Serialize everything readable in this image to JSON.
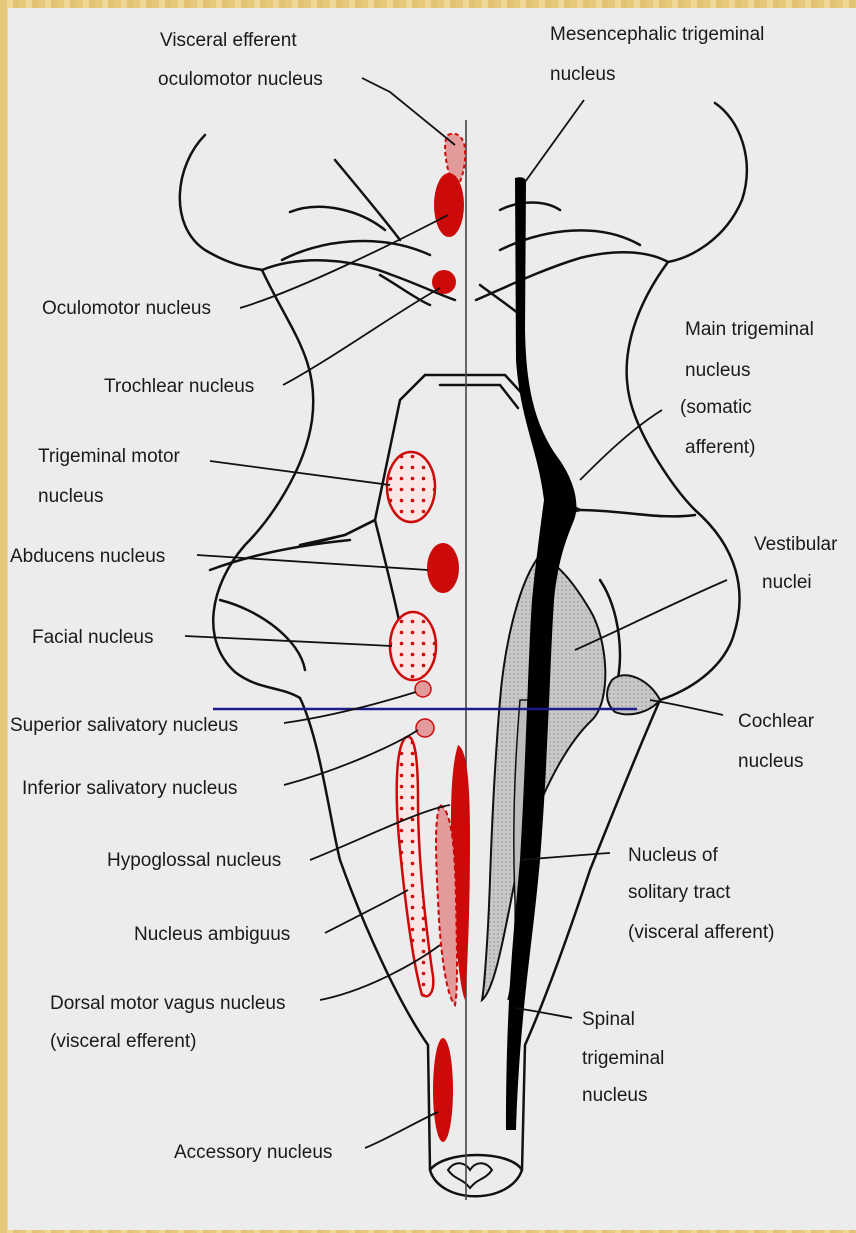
{
  "labels": {
    "visceral_efferent_oculomotor": [
      "Visceral efferent",
      "oculomotor nucleus"
    ],
    "mesencephalic_trigeminal": [
      "Mesencephalic trigeminal",
      "nucleus"
    ],
    "oculomotor": [
      "Oculomotor nucleus"
    ],
    "trochlear": [
      "Trochlear nucleus"
    ],
    "main_trigeminal": [
      "Main trigeminal",
      "nucleus",
      "(somatic",
      "afferent)"
    ],
    "trigeminal_motor": [
      "Trigeminal motor",
      "nucleus"
    ],
    "abducens": [
      "Abducens nucleus"
    ],
    "vestibular": [
      "Vestibular",
      "nuclei"
    ],
    "facial": [
      "Facial nucleus"
    ],
    "superior_salivatory": [
      "Superior salivatory nucleus"
    ],
    "cochlear": [
      "Cochlear",
      "nucleus"
    ],
    "inferior_salivatory": [
      "Inferior salivatory nucleus"
    ],
    "hypoglossal": [
      "Hypoglossal nucleus"
    ],
    "solitary": [
      "Nucleus of",
      "solitary tract",
      "(visceral afferent)"
    ],
    "ambiguus": [
      "Nucleus ambiguus"
    ],
    "dorsal_vagus": [
      "Dorsal motor vagus nucleus",
      "(visceral efferent)"
    ],
    "spinal_trigeminal": [
      "Spinal",
      "trigeminal",
      "nucleus"
    ],
    "accessory": [
      "Accessory nucleus"
    ]
  },
  "colors": {
    "motor_nucleus": "#cc0a0a",
    "visceral_nucleus": "#e39a9a",
    "sensory_nucleus": "#c8c8c8",
    "trigeminal_column": "#000000",
    "section_line": "#1c1c8c",
    "frame": "#e6c97a",
    "background": "#ececec"
  }
}
